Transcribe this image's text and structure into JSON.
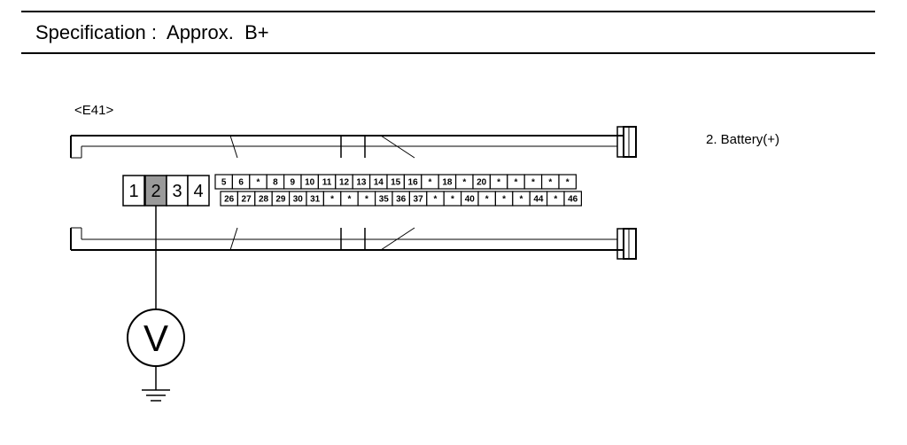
{
  "spec": {
    "label": "Specification",
    "separator": ":",
    "value": "Approx.",
    "reference": "B+"
  },
  "connector": {
    "id": "<E41>",
    "large_pins": [
      "1",
      "2",
      "3",
      "4"
    ],
    "highlighted_pin": "2",
    "row1_pins": [
      "5",
      "6",
      "*",
      "8",
      "9",
      "10",
      "11",
      "12",
      "13",
      "14",
      "15",
      "16",
      "*",
      "18",
      "*",
      "20",
      "*",
      "*",
      "*",
      "*",
      "*"
    ],
    "row2_pins": [
      "26",
      "27",
      "28",
      "29",
      "30",
      "31",
      "*",
      "*",
      "*",
      "35",
      "36",
      "37",
      "*",
      "*",
      "40",
      "*",
      "*",
      "*",
      "44",
      "*",
      "46"
    ]
  },
  "meter": {
    "symbol": "V"
  },
  "pin_note": "2. Battery(+)",
  "colors": {
    "ink": "#000000",
    "highlight": "#9a9a9a",
    "background": "#ffffff"
  }
}
